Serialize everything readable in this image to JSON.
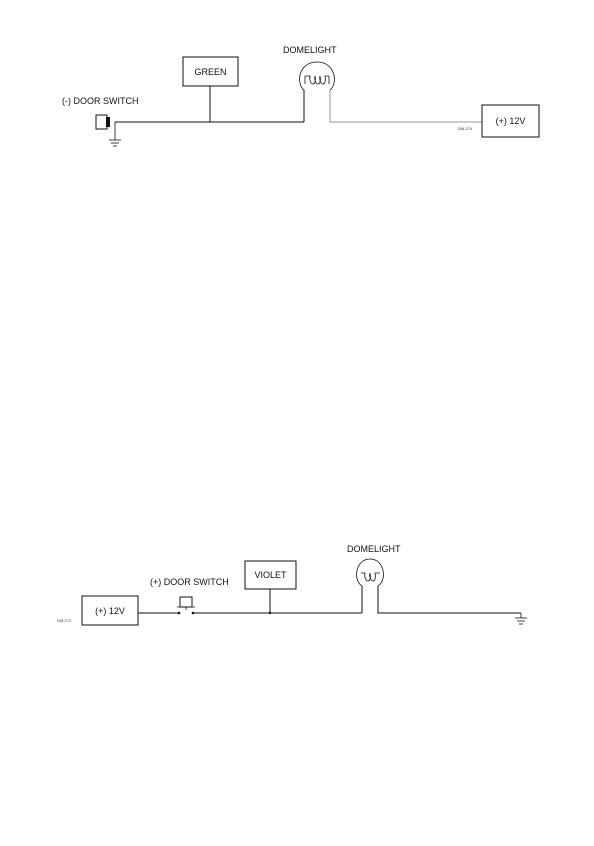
{
  "diagram_top": {
    "door_switch_label": "(-) DOOR SWITCH",
    "wire_label": "GREEN",
    "light_label": "DOMELIGHT",
    "power_label": "(+) 12V",
    "ref_code": "DM-274"
  },
  "diagram_bottom": {
    "door_switch_label": "(+) DOOR SWITCH",
    "wire_label": "VIOLET",
    "light_label": "DOMELIGHT",
    "power_label": "(+) 12V",
    "ref_code": "DM-272"
  },
  "colors": {
    "wire": "#111111",
    "wire_gray": "#9a9a9a"
  }
}
